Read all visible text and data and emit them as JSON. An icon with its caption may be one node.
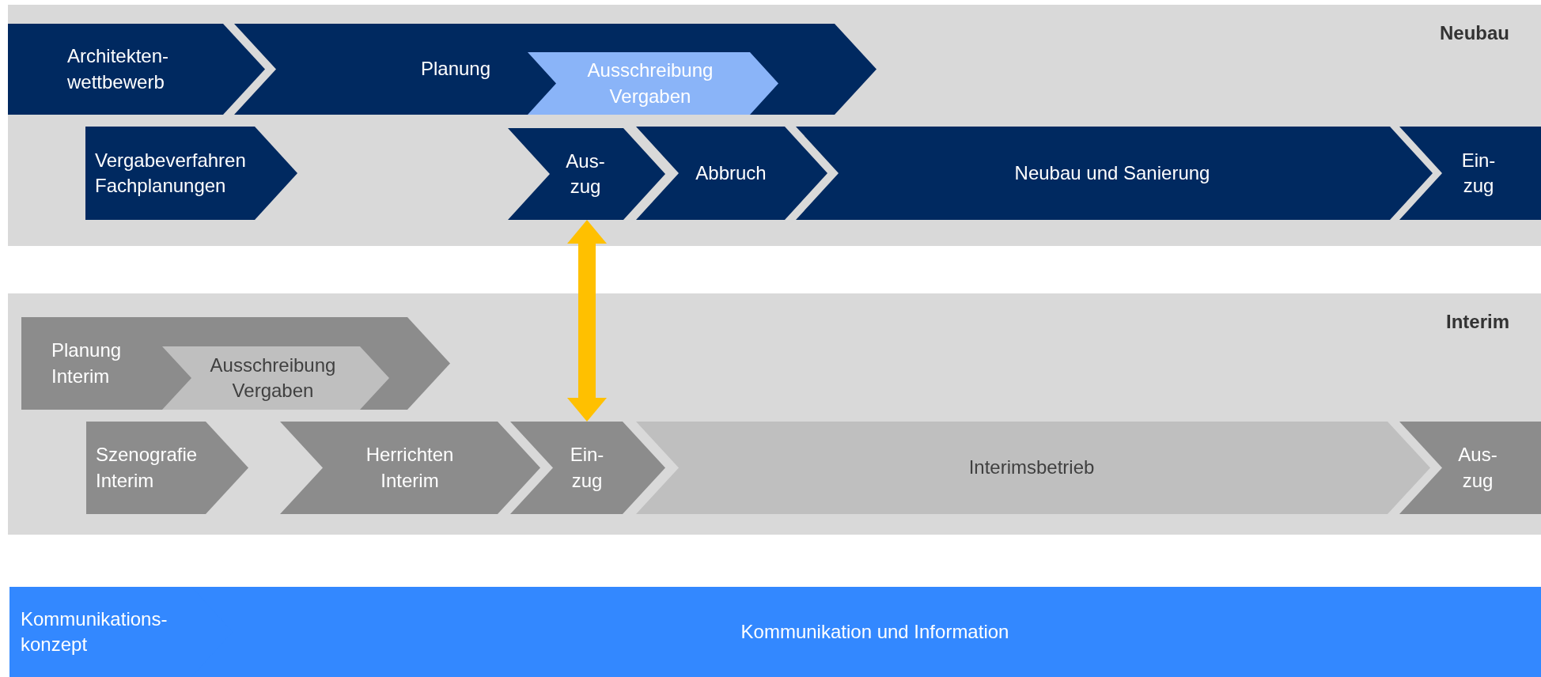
{
  "diagram": {
    "nodes": [
      {
        "text": [
          "Neubau"
        ]
      },
      {
        "text": [
          "Architekten- wettbewerb"
        ],
        "in": 0
      },
      {
        "text": [
          "Planung"
        ],
        "in": 0
      },
      {
        "text": [
          "Ausschreibung Vergaben"
        ],
        "in": 2
      },
      {
        "text": [
          "Vergabeverfahren Fachplanungen"
        ],
        "in": 0
      },
      {
        "text": [
          "Aus- zug"
        ],
        "in": 0
      },
      {
        "text": [
          "Abbruch"
        ],
        "in": 0
      },
      {
        "text": [
          "Neubau und Sanierung"
        ],
        "in": 0
      },
      {
        "text": [
          "Ein- zug"
        ],
        "in": 0
      },
      {
        "text": [
          "Interim"
        ]
      },
      {
        "text": [
          "Planung Interim"
        ],
        "in": 9
      },
      {
        "text": [
          "Ausschreibung Vergaben"
        ],
        "in": 10
      },
      {
        "text": [
          "Szenografie Interim"
        ],
        "in": 9
      },
      {
        "text": [
          "Herrichten Interim"
        ],
        "in": 9
      },
      {
        "text": [
          "Ein- zug"
        ],
        "in": 9
      },
      {
        "text": [
          "Interimsbetrieb"
        ],
        "in": 9
      },
      {
        "text": [
          "Aus- zug"
        ],
        "in": 9
      },
      {
        "text": [
          "Kommunikations- konzept"
        ]
      },
      {
        "text": [
          "Kommunikation und Information"
        ]
      }
    ],
    "edges": [
      {
        "from": 5,
        "to": 14,
        "arrow": "both",
        "color": "#ffc000"
      }
    ]
  }
}
